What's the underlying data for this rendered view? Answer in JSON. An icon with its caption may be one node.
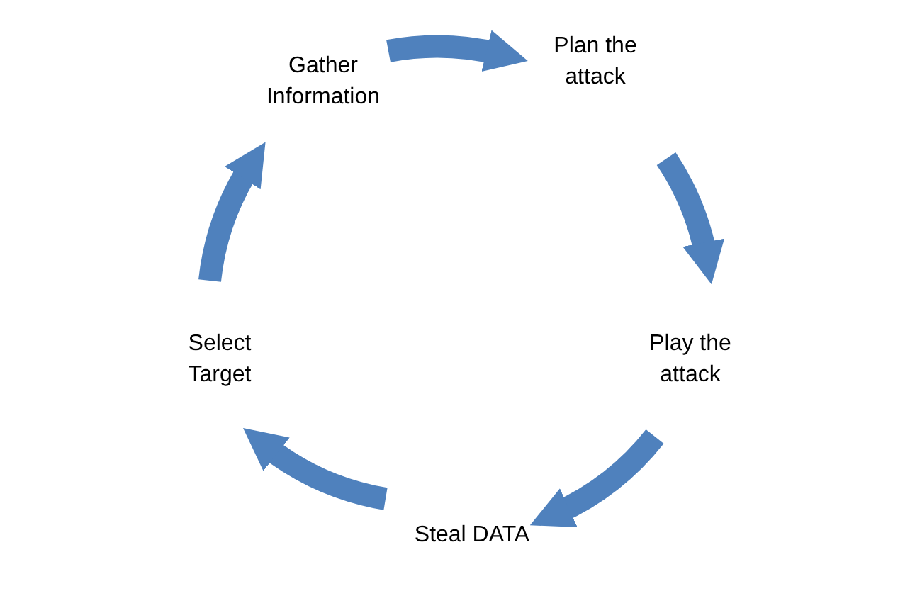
{
  "diagram": {
    "nodes": [
      {
        "text": [
          "Gather Information"
        ]
      },
      {
        "text": [
          "Plan the attack"
        ]
      },
      {
        "text": [
          "Play the attack"
        ]
      },
      {
        "text": [
          "Steal DATA"
        ]
      },
      {
        "text": [
          "Select Target"
        ]
      }
    ],
    "edges": [
      {
        "from": 0,
        "to": 1,
        "arrow": "to"
      },
      {
        "from": 1,
        "to": 2,
        "arrow": "to"
      },
      {
        "from": 2,
        "to": 3,
        "arrow": "to"
      },
      {
        "from": 3,
        "to": 4,
        "arrow": "to"
      },
      {
        "from": 4,
        "to": 0,
        "arrow": "to"
      }
    ]
  }
}
